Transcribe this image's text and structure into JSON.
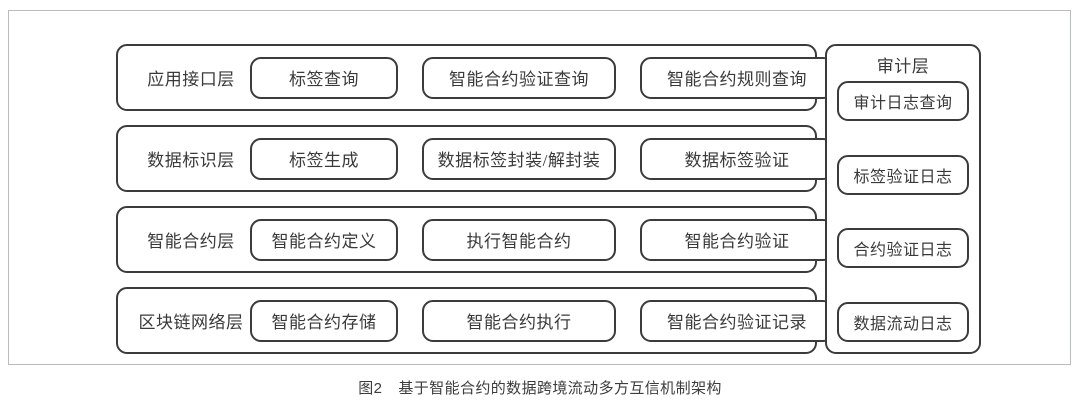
{
  "figure": {
    "caption_number": "图2",
    "caption_text": "基于智能合约的数据跨境流动多方互信机制架构",
    "border_color": "#b9bcbe",
    "box_border_color": "#3b3b3b",
    "text_color": "#3a3a3a",
    "background_color": "#ffffff"
  },
  "layers": [
    {
      "label": "应用接口层",
      "items": [
        "标签查询",
        "智能合约验证查询",
        "智能合约规则查询"
      ]
    },
    {
      "label": "数据标识层",
      "items": [
        "标签生成",
        "数据标签封装/解封装",
        "数据标签验证"
      ]
    },
    {
      "label": "智能合约层",
      "items": [
        "智能合约定义",
        "执行智能合约",
        "智能合约验证"
      ]
    },
    {
      "label": "区块链网络层",
      "items": [
        "智能合约存储",
        "智能合约执行",
        "智能合约验证记录"
      ]
    }
  ],
  "audit": {
    "title": "审计层",
    "items": [
      "审计日志查询",
      "标签验证日志",
      "合约验证日志",
      "数据流动日志"
    ]
  }
}
